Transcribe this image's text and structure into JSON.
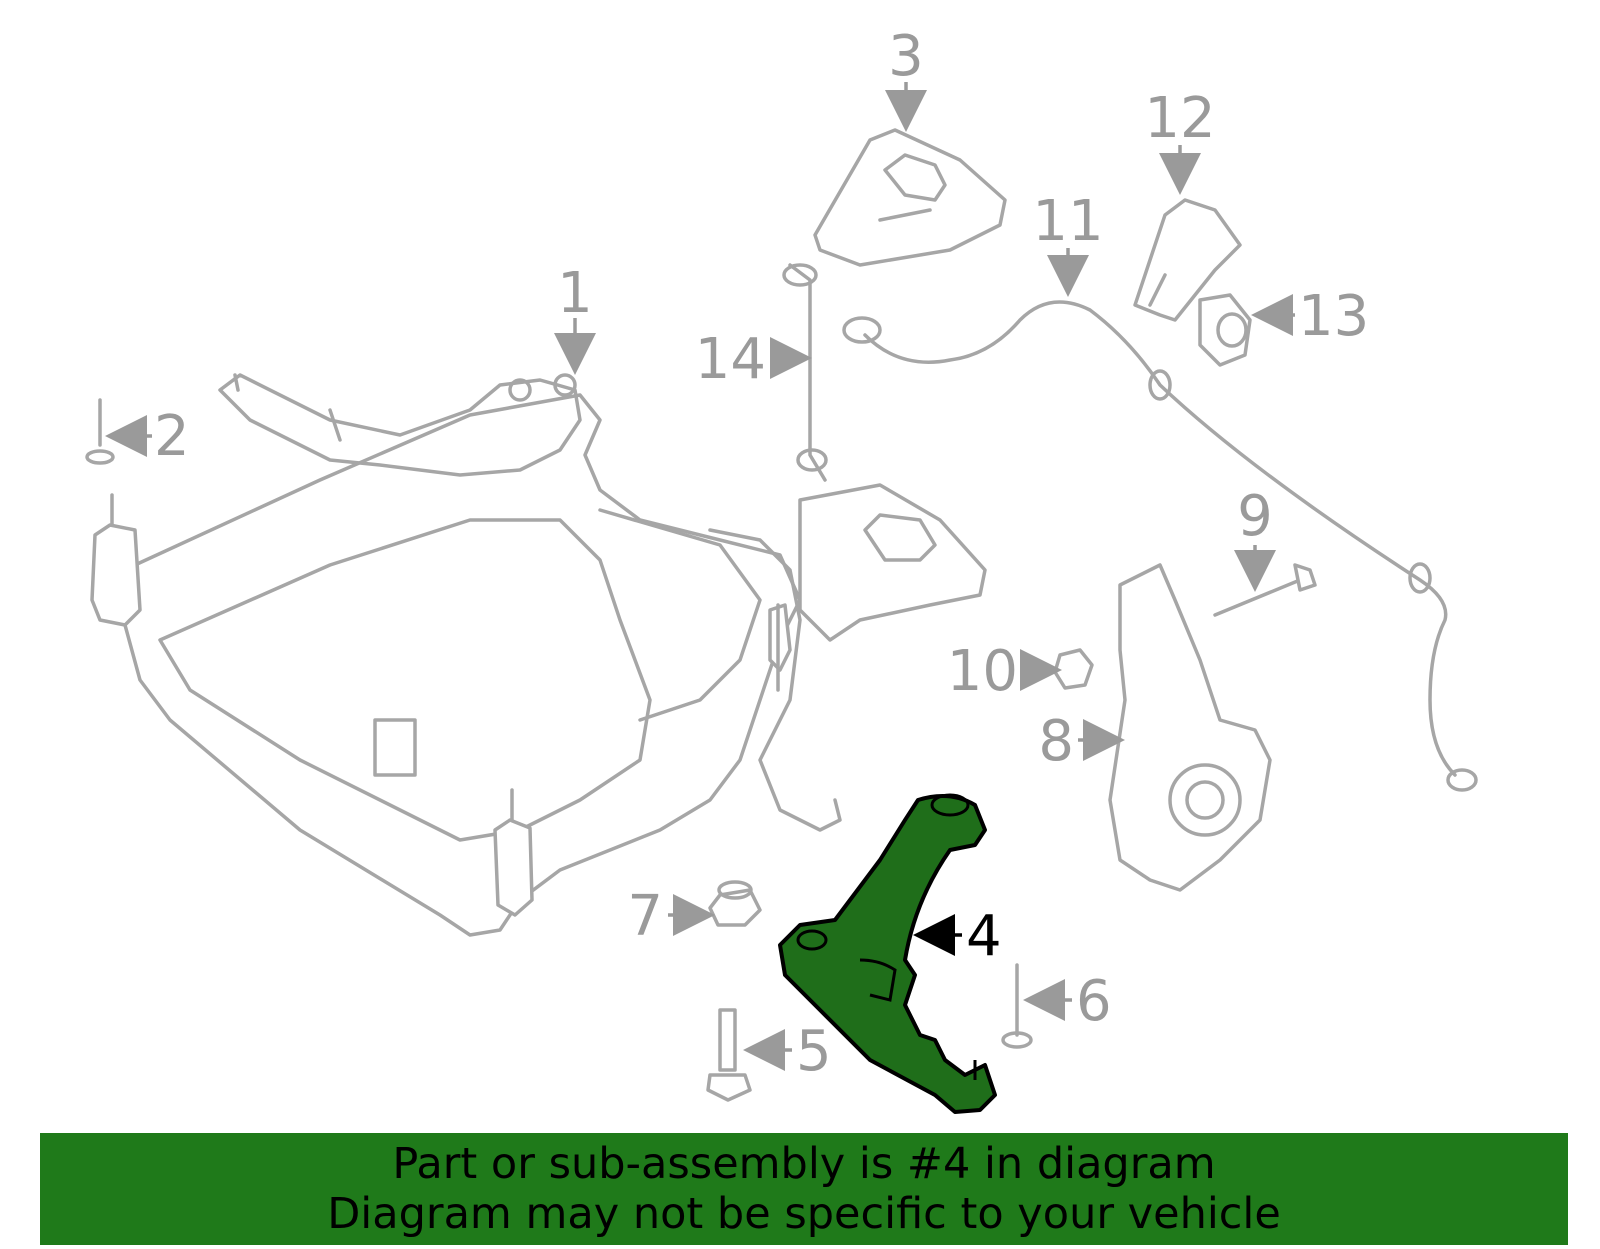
{
  "callouts": {
    "c1": "1",
    "c2": "2",
    "c3": "3",
    "c4": "4",
    "c5": "5",
    "c6": "6",
    "c7": "7",
    "c8": "8",
    "c9": "9",
    "c10": "10",
    "c11": "11",
    "c12": "12",
    "c13": "13",
    "c14": "14"
  },
  "highlighted_part": "4",
  "colors": {
    "highlight": "#1f6e1a",
    "banner": "#1f7a1a",
    "line": "#a6a6a6"
  },
  "banner": {
    "line1": "Part or sub-assembly is #4 in diagram",
    "line2": "Diagram may not be specific to your vehicle"
  }
}
